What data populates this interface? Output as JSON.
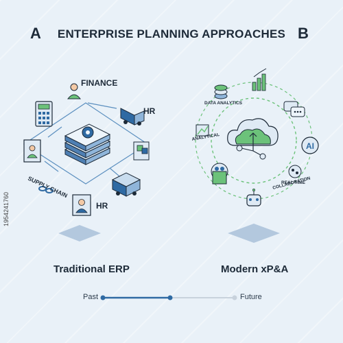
{
  "header": {
    "letter_a": "A",
    "letter_b": "B",
    "title": "ENTERPRISE PLANNING APPROACHES"
  },
  "left_panel": {
    "caption": "Traditional ERP",
    "labels": {
      "finance": "FINANCE",
      "hr_top": "HR",
      "supply_chain": "SUPPLY CHAIN",
      "hr_bottom": "HR"
    },
    "icons": [
      "calculator-icon",
      "person-icon",
      "truck-icon",
      "documents-icon",
      "id-card-icon",
      "gear-icon",
      "server-stack-icon",
      "chain-icon"
    ]
  },
  "right_panel": {
    "caption": "Modern xP&A",
    "labels": {
      "data_analytics": "DATA ANALYTICS",
      "analytical": "ANALYTICAL",
      "real_time_line1": "REAL TIME",
      "real_time_line2": "COLLABORATION",
      "ai": "AI"
    },
    "icons": [
      "cloud-icon",
      "bar-chart-icon",
      "chat-bubbles-icon",
      "ai-badge-icon",
      "robot-icon",
      "team-icon",
      "coins-icon",
      "growth-chart-icon",
      "network-icon"
    ]
  },
  "timeline": {
    "past": "Past",
    "future": "Future"
  },
  "watermark": {
    "id": "1954241760"
  },
  "colors": {
    "background": "#e9f1f8",
    "accent_blue": "#2f6aa3",
    "accent_green": "#6cc27a",
    "outline": "#1d2a38"
  }
}
